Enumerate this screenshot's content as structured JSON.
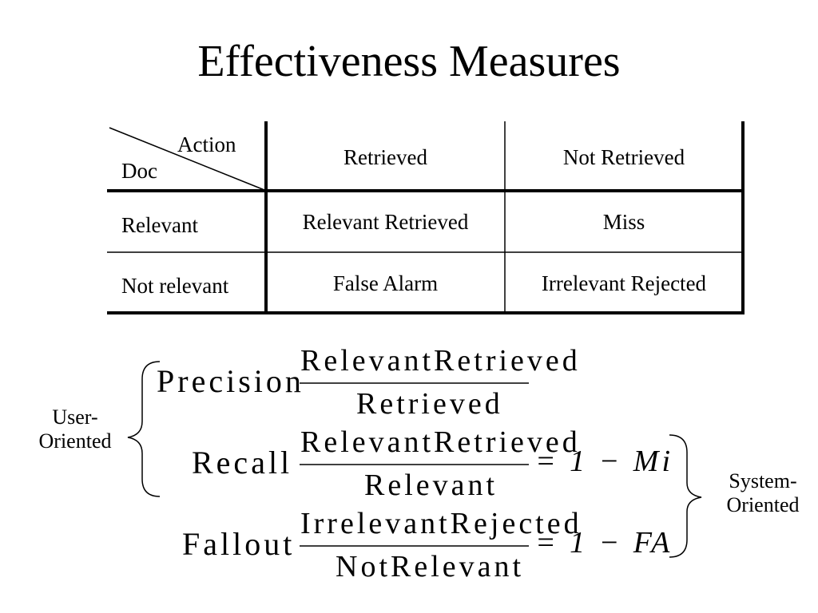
{
  "title": "Effectiveness Measures",
  "table": {
    "corner_top": "Action",
    "corner_bottom": "Doc",
    "col_headers": [
      "Retrieved",
      "Not Retrieved"
    ],
    "rows": [
      {
        "label": "Relevant",
        "cells": [
          "Relevant Retrieved",
          "Miss"
        ]
      },
      {
        "label": "Not relevant",
        "cells": [
          "False Alarm",
          "Irrelevant Rejected"
        ]
      }
    ]
  },
  "formulas": {
    "precision": {
      "lhs": "Precision",
      "eq": "=",
      "numerator": "RelevantRetrieved",
      "denominator": "Retrieved"
    },
    "recall": {
      "lhs": "Recall",
      "eq": "=",
      "numerator": "RelevantRetrieved",
      "denominator": "Relevant",
      "rhs": "= 1 − Mi"
    },
    "fallout": {
      "lhs": "Fallout",
      "eq": "=",
      "numerator": "IrrelevantRejected",
      "denominator": "NotRelevant",
      "rhs": "= 1 − FA"
    }
  },
  "labels": {
    "user_oriented": [
      "User-",
      "Oriented"
    ],
    "system_oriented": [
      "System-",
      "Oriented"
    ]
  }
}
